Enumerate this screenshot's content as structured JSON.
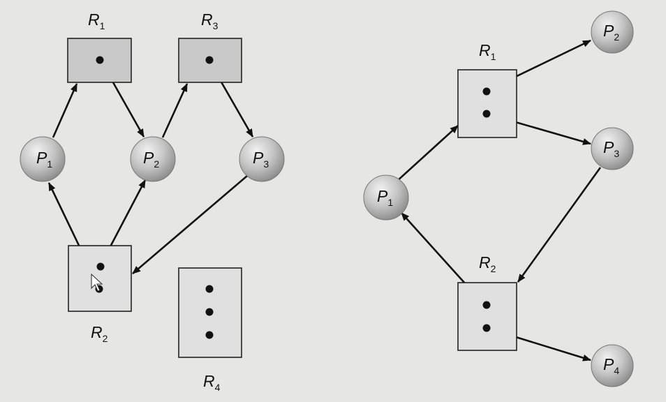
{
  "left_graph": {
    "resources": [
      {
        "id": "R1",
        "letter": "R",
        "sub": "1",
        "instances": 1
      },
      {
        "id": "R3",
        "letter": "R",
        "sub": "3",
        "instances": 1
      },
      {
        "id": "R2",
        "letter": "R",
        "sub": "2",
        "instances": 2
      },
      {
        "id": "R4",
        "letter": "R",
        "sub": "4",
        "instances": 3
      }
    ],
    "processes": [
      {
        "id": "P1",
        "letter": "P",
        "sub": "1"
      },
      {
        "id": "P2",
        "letter": "P",
        "sub": "2"
      },
      {
        "id": "P3",
        "letter": "P",
        "sub": "3"
      }
    ],
    "edges": [
      {
        "from": "P1",
        "to": "R1",
        "kind": "request"
      },
      {
        "from": "R1",
        "to": "P2",
        "kind": "assignment"
      },
      {
        "from": "P2",
        "to": "R3",
        "kind": "request"
      },
      {
        "from": "R3",
        "to": "P3",
        "kind": "assignment"
      },
      {
        "from": "P3",
        "to": "R2",
        "kind": "request"
      },
      {
        "from": "R2",
        "to": "P1",
        "kind": "assignment"
      },
      {
        "from": "R2",
        "to": "P2",
        "kind": "assignment"
      }
    ]
  },
  "right_graph": {
    "resources": [
      {
        "id": "R1",
        "letter": "R",
        "sub": "1",
        "instances": 2
      },
      {
        "id": "R2",
        "letter": "R",
        "sub": "2",
        "instances": 2
      }
    ],
    "processes": [
      {
        "id": "P1",
        "letter": "P",
        "sub": "1"
      },
      {
        "id": "P2",
        "letter": "P",
        "sub": "2"
      },
      {
        "id": "P3",
        "letter": "P",
        "sub": "3"
      },
      {
        "id": "P4",
        "letter": "P",
        "sub": "4"
      }
    ],
    "edges": [
      {
        "from": "P1",
        "to": "R1",
        "kind": "request"
      },
      {
        "from": "R1",
        "to": "P2",
        "kind": "assignment"
      },
      {
        "from": "R1",
        "to": "P3",
        "kind": "assignment"
      },
      {
        "from": "P3",
        "to": "R2",
        "kind": "request"
      },
      {
        "from": "R2",
        "to": "P1",
        "kind": "assignment"
      },
      {
        "from": "R2",
        "to": "P4",
        "kind": "assignment"
      }
    ]
  }
}
